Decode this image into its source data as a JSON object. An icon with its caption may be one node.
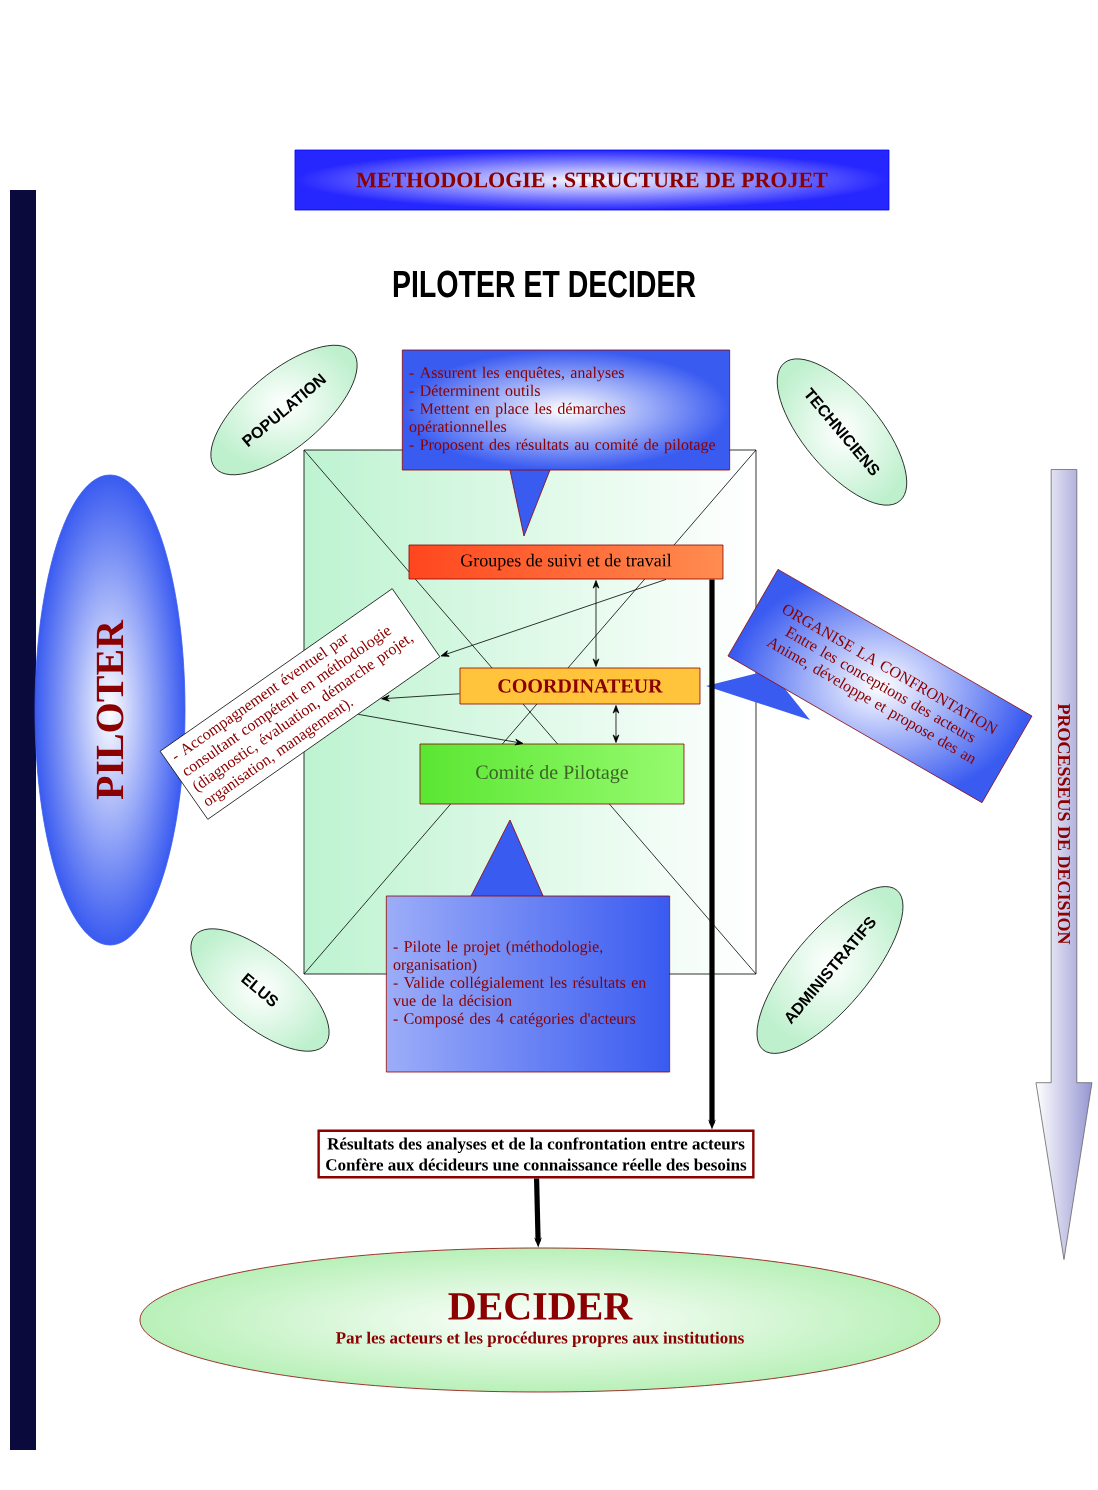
{
  "diagram": {
    "title": "METHODOLOGIE : STRUCTURE DE PROJET",
    "nodes": [
      {
        "text": [
          "POPULATION"
        ]
      },
      {
        "text": [
          "TECHNICIENS"
        ]
      },
      {
        "text": [
          "- Assurent les enquêtes, analyses",
          "- Déterminent outils",
          "- Mettent en place les démarches opérationnelles",
          "- Proposent des résultats au comité de pilotage"
        ]
      },
      {
        "text": [
          "Groupes de suivi et de travail"
        ]
      },
      {
        "text": [
          "PILOTER"
        ]
      },
      {
        "text": [
          "ORGANISE LA CONFRONTATION",
          "Entre les conceptions des acteurs",
          "Anime, développe et propose des an"
        ]
      },
      {
        "text": [
          "COORDINATEUR"
        ]
      },
      {
        "text": [
          "- Accompagnement éventuel par consultant compétent en méthodologie (diagnostic, évaluation, démarche projet, organisation, management)."
        ]
      },
      {
        "text": [
          "Comité de Pilotage"
        ]
      },
      {
        "text": [
          "PROCESSEUS DE DECISION"
        ]
      },
      {
        "text": [
          "ELUS"
        ]
      },
      {
        "text": [
          "ADMINISTRATIFS"
        ]
      },
      {
        "text": [
          "- Pilote le projet (méthodologie, organisation)",
          "- Valide collégialement les résultats en vue de la décision",
          "- Composé des 4 catégories d'acteurs"
        ]
      },
      {
        "text": [
          "Résultats des analyses et de la confrontation entre acteurs",
          "Confère aux décideurs une connaissance réelle des besoins"
        ]
      },
      {
        "text": [
          "DECIDER",
          "Par les acteurs et les procédures propres aux institutions"
        ]
      }
    ],
    "edges": [
      {
        "from": 3,
        "to": 7,
        "arrow": "to"
      },
      {
        "from": 6,
        "to": 7,
        "arrow": "to"
      },
      {
        "from": 7,
        "to": 8,
        "arrow": "to"
      },
      {
        "from": 3,
        "to": 6,
        "arrow": "both"
      },
      {
        "from": 6,
        "to": 8,
        "arrow": "both"
      },
      {
        "from": 3,
        "to": 13,
        "arrow": "to",
        "style": "thick"
      },
      {
        "from": 13,
        "to": 14,
        "arrow": "to",
        "style": "thick"
      }
    ],
    "labels": [
      "PILOTER ET DECIDER"
    ]
  }
}
